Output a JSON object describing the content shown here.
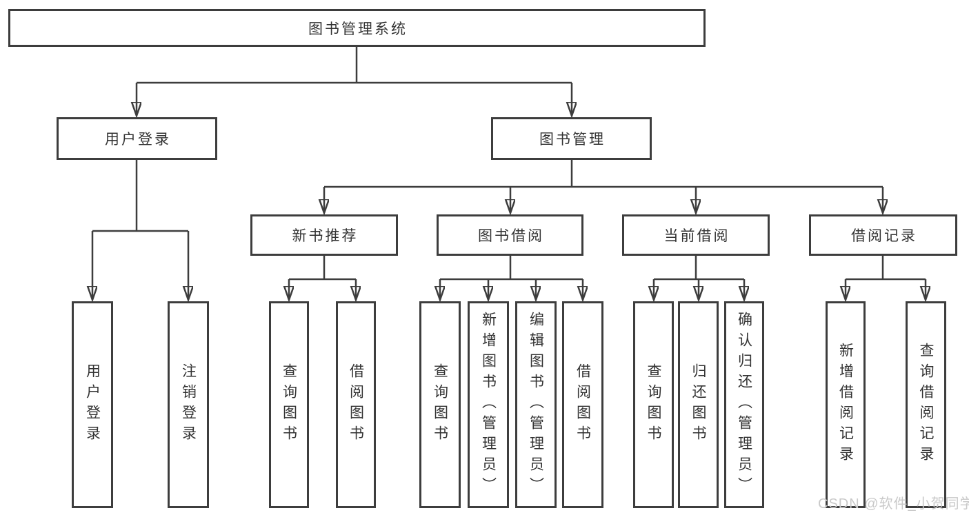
{
  "colors": {
    "line": "#3d3d3d",
    "box_border": "#3d3d3d",
    "text": "#333333",
    "background": "#ffffff",
    "watermark": "#c9c9c9"
  },
  "watermark": {
    "text": "CSDN @软件_小贺同学"
  },
  "tree": {
    "root": {
      "label": "图书管理系统",
      "children": [
        {
          "label": "用户登录",
          "children": [
            {
              "label": "用户登录"
            },
            {
              "label": "注销登录"
            }
          ]
        },
        {
          "label": "图书管理",
          "children": [
            {
              "label": "新书推荐",
              "children": [
                {
                  "label": "查询图书"
                },
                {
                  "label": "借阅图书"
                }
              ]
            },
            {
              "label": "图书借阅",
              "children": [
                {
                  "label": "查询图书"
                },
                {
                  "label": "新增图书（管理员）"
                },
                {
                  "label": "编辑图书（管理员）"
                },
                {
                  "label": "借阅图书"
                }
              ]
            },
            {
              "label": "当前借阅",
              "children": [
                {
                  "label": "查询图书"
                },
                {
                  "label": "归还图书"
                },
                {
                  "label": "确认归还（管理员）"
                }
              ]
            },
            {
              "label": "借阅记录",
              "children": [
                {
                  "label": "新增借阅记录"
                },
                {
                  "label": "查询借阅记录"
                }
              ]
            }
          ]
        }
      ]
    }
  }
}
